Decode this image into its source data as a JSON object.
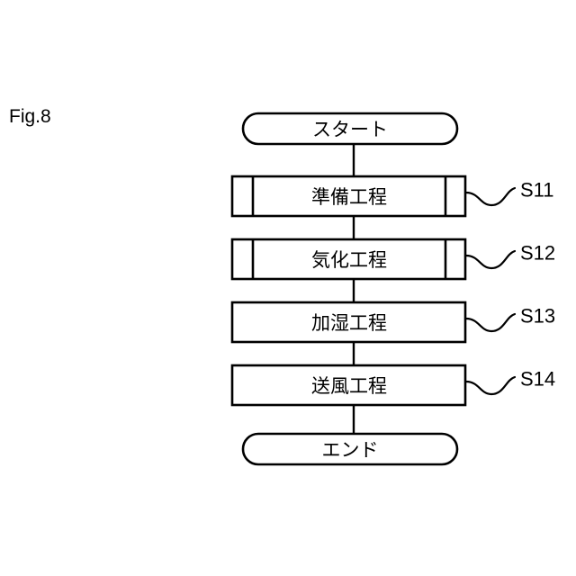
{
  "figure": {
    "label": "Fig.8",
    "background_color": "#ffffff",
    "stroke_color": "#000000"
  },
  "diagram": {
    "type": "flowchart",
    "orientation": "vertical",
    "nodes": [
      {
        "id": "start",
        "shape": "terminator",
        "label": "スタート",
        "step": null
      },
      {
        "id": "s11",
        "shape": "predefined-process",
        "label": "準備工程",
        "step": "S11"
      },
      {
        "id": "s12",
        "shape": "predefined-process",
        "label": "気化工程",
        "step": "S12"
      },
      {
        "id": "s13",
        "shape": "process",
        "label": "加湿工程",
        "step": "S13"
      },
      {
        "id": "s14",
        "shape": "process",
        "label": "送風工程",
        "step": "S14"
      },
      {
        "id": "end",
        "shape": "terminator",
        "label": "エンド",
        "step": null
      }
    ],
    "step_labels": [
      "S11",
      "S12",
      "S13",
      "S14"
    ]
  }
}
